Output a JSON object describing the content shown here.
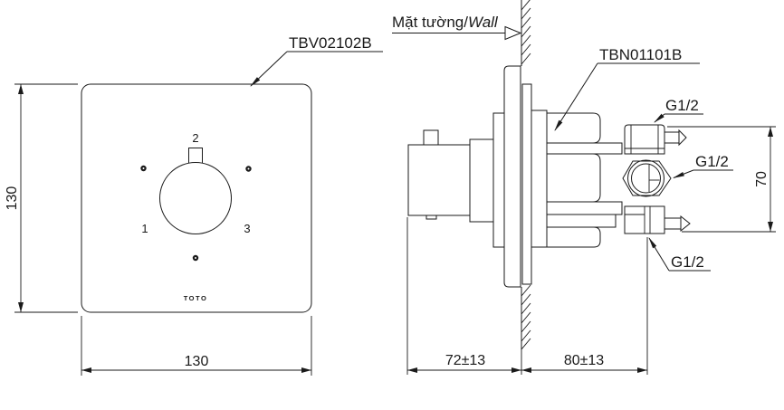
{
  "front_view": {
    "part_label": "TBV02102B",
    "dim_height": "130",
    "dim_width": "130",
    "knob_top": "2",
    "knob_left": "1",
    "knob_right": "3",
    "brand_logo": "TOTO"
  },
  "side_view": {
    "wall_label_regular": "Mặt tường/",
    "wall_label_italic": "Wall",
    "part_label": "TBN01101B",
    "thread_top": "G1/2",
    "thread_middle": "G1/2",
    "thread_bottom": "G1/2",
    "dim_port_span": "70",
    "dim_front_of_wall": "72±13",
    "dim_behind_wall": "80±13"
  },
  "colors": {
    "line": "#1a1a1a",
    "background": "#ffffff"
  }
}
